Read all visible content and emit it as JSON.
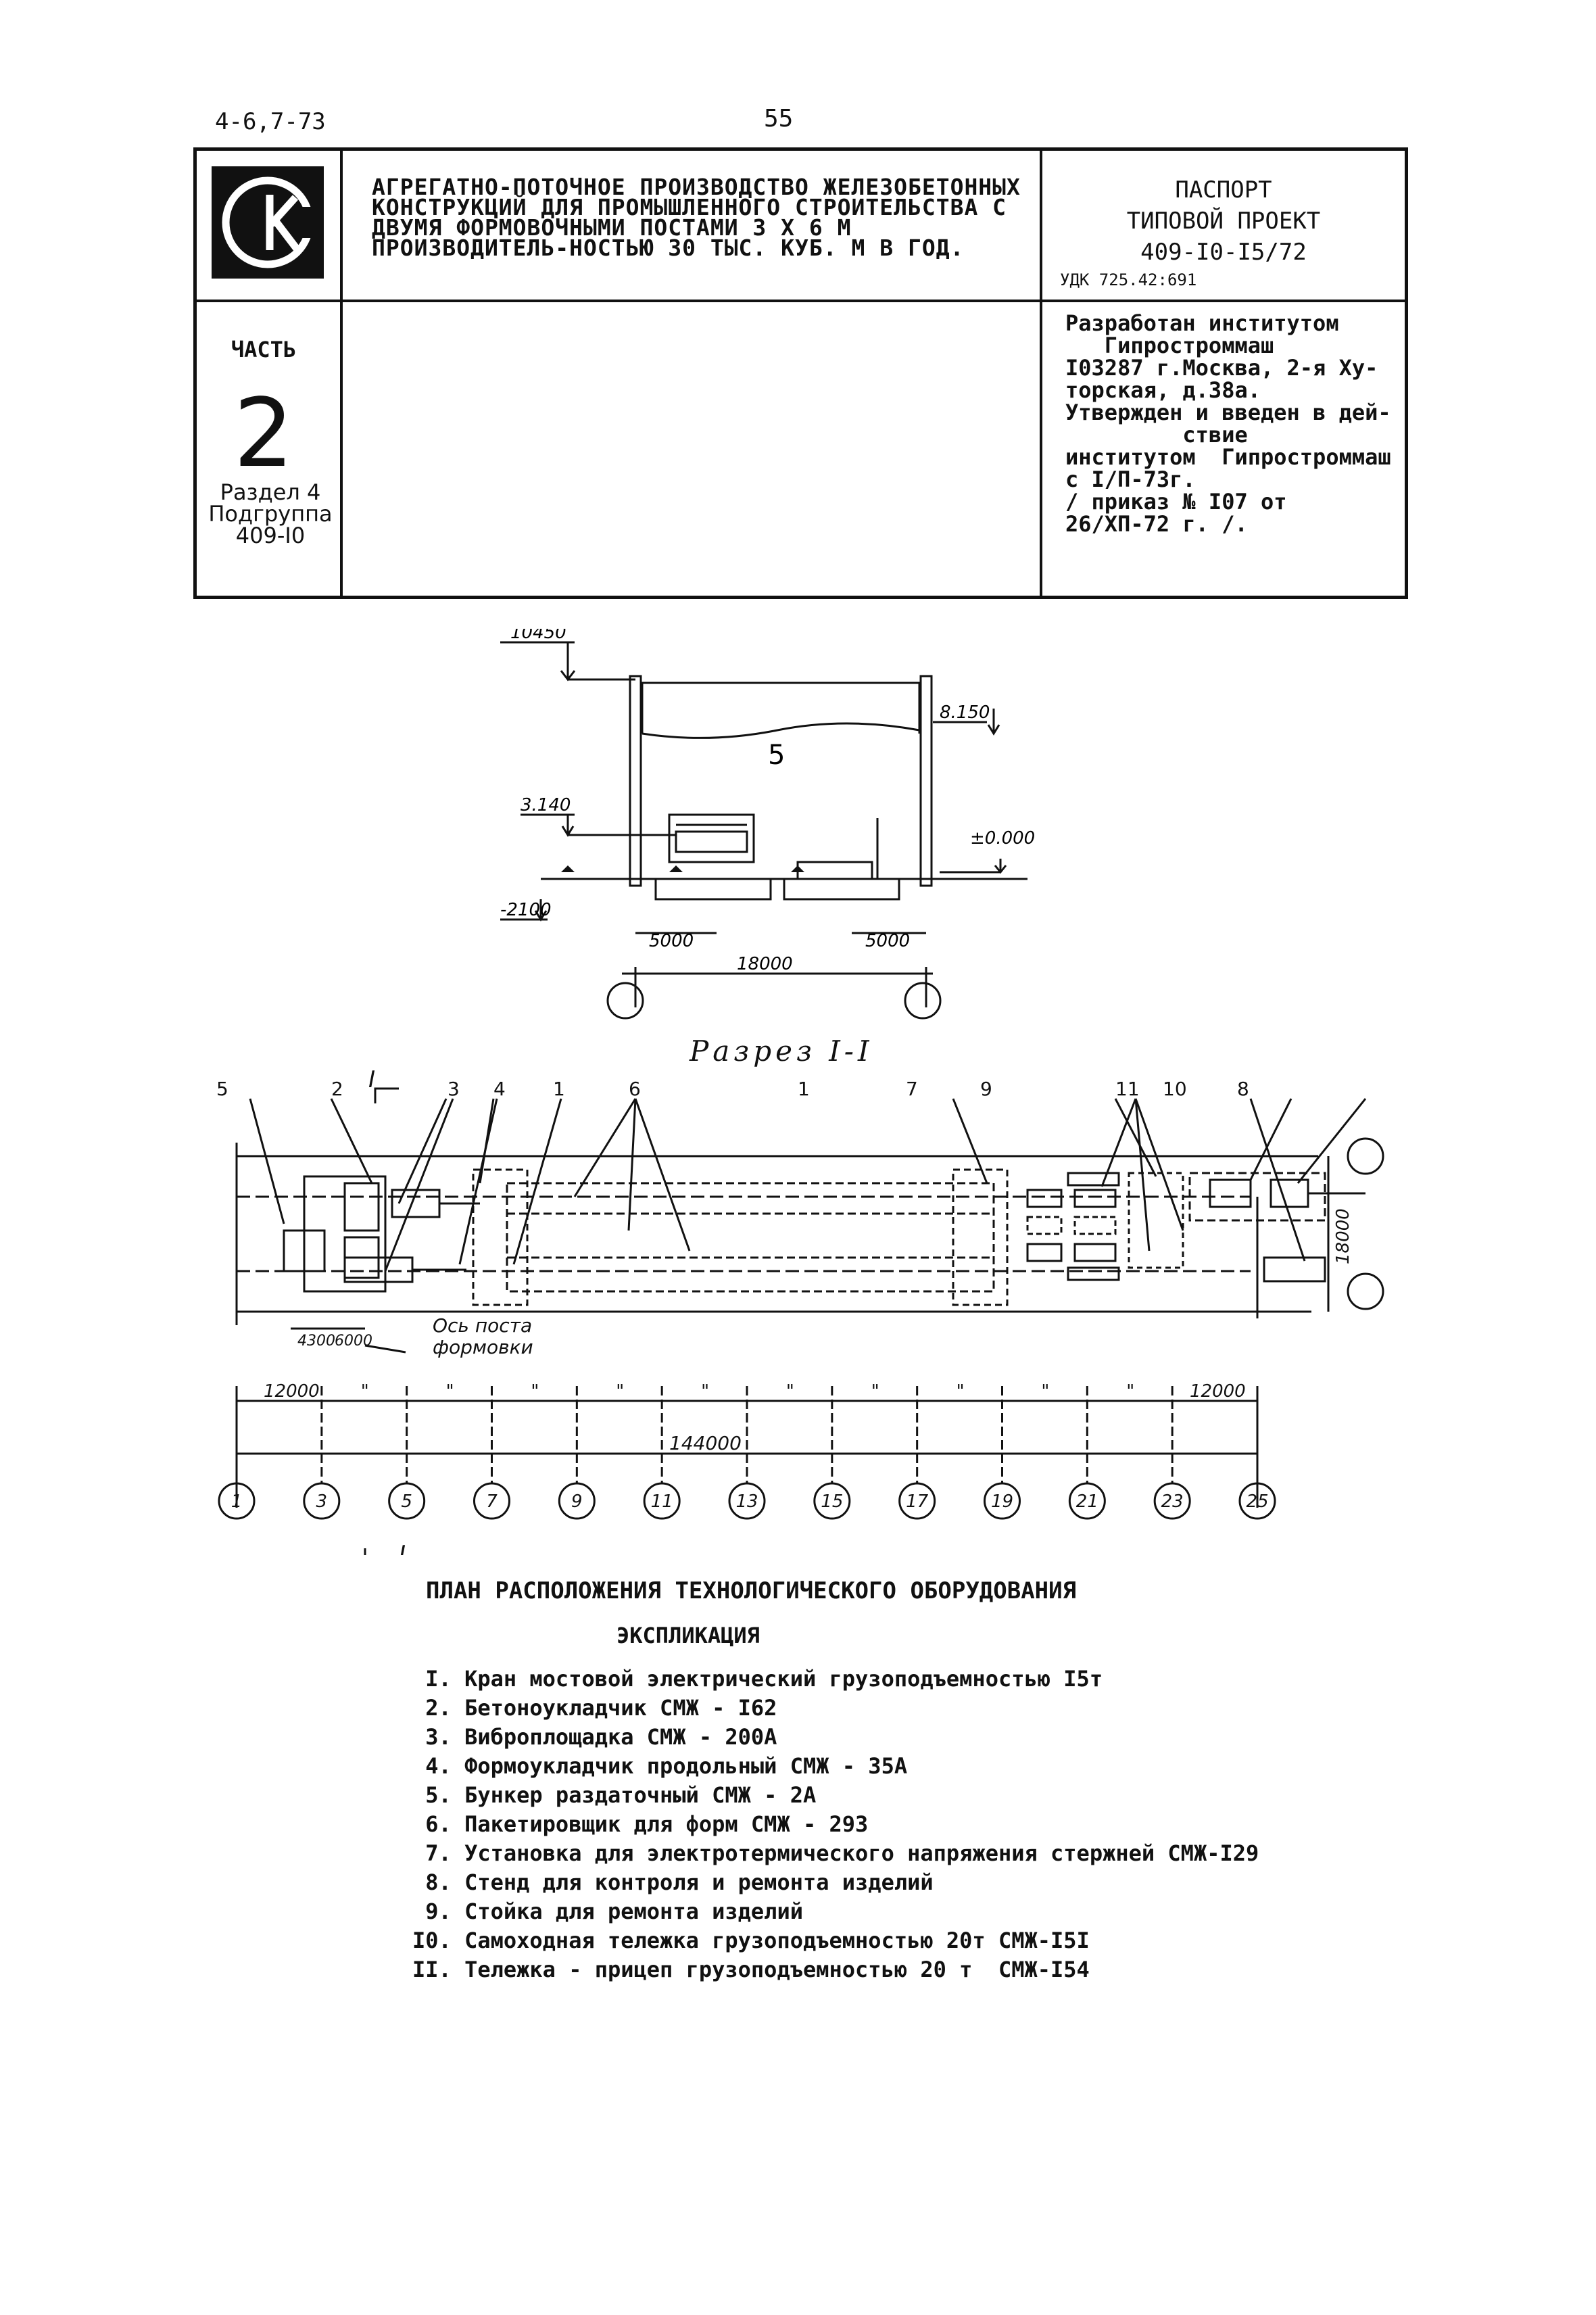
{
  "header": {
    "doc_code": "4-6,7-73",
    "page_number": "55"
  },
  "title_block": {
    "logo_icon": "ck-logo-icon",
    "title": "АГРЕГАТНО-ПОТОЧНОЕ ПРОИЗВОДСТВО ЖЕЛЕЗОБЕТОННЫХ КОНСТРУКЦИЙ ДЛЯ ПРОМЫШЛЕННОГО СТРОИТЕЛЬСТВА С ДВУМЯ ФОРМОВОЧНЫМИ ПОСТАМИ 3 Х 6 М ПРОИЗВОДИТЕЛЬ-НОСТЬЮ 30 ТЫС. КУБ. М В ГОД.",
    "passport_line1": "ПАСПОРТ",
    "passport_line2": "ТИПОВОЙ ПРОЕКТ",
    "passport_line3": "409-I0-I5/72",
    "udk": "УДК 725.42:691",
    "part_label": "ЧАСТЬ",
    "part_number": "2",
    "razdel_line1": "Раздел 4",
    "razdel_line2": "Подгруппа",
    "razdel_line3": "409-I0",
    "developer_text": "Разработан институтом\n   Гипростроммаш\nI03287 г.Москва, 2-я Ху-\nторская, д.38а.\nУтвержден и введен в дей-\n         ствие\nинститутом  Гипростроммаш\nс I/П-73г.\n/ приказ № I07 от\n26/ХП-72 г. /."
  },
  "section_drawing": {
    "elev_top": "10450",
    "elev_crane": "8.150",
    "elev_equipment": "3.140",
    "elev_zero": "±0.000",
    "elev_pit": "-2100",
    "span_left": "5000",
    "span_right": "5000",
    "span_total": "18000",
    "crane_number": "5",
    "caption": "Разрез I-I"
  },
  "plan_drawing": {
    "section_mark": "I",
    "callouts": [
      "5",
      "2",
      "3",
      "4",
      "1",
      "6",
      "1",
      "7",
      "9",
      "11",
      "10",
      "8"
    ],
    "dim_4300": "4300",
    "dim_6000": "6000",
    "axis_note_line1": "Ось   поста",
    "axis_note_line2": "формовки",
    "width_dim": "18000",
    "bay_first": "12000",
    "bay_ditto": "\"",
    "bay_last": "12000",
    "total_length": "144000",
    "axes": [
      "1",
      "3",
      "5",
      "7",
      "9",
      "11",
      "13",
      "15",
      "17",
      "19",
      "21",
      "23",
      "25"
    ],
    "caption": "ПЛАН РАСПОЛОЖЕНИЯ ТЕХНОЛОГИЧЕСКОГО ОБОРУДОВАНИЯ"
  },
  "explication": {
    "title": "ЭКСПЛИКАЦИЯ",
    "items": [
      " I. Кран мостовой электрический грузоподъемностью I5т",
      " 2. Бетоноукладчик СМЖ - I62",
      " 3. Виброплощадка СМЖ - 200А",
      " 4. Формоукладчик продольный СМЖ - 35А",
      " 5. Бункер раздаточный СМЖ - 2А",
      " 6. Пакетировщик для форм СМЖ - 293",
      " 7. Установка для электротермического напряжения стержней СМЖ-I29",
      " 8. Стенд для контроля и ремонта изделий",
      " 9. Стойка для ремонта изделий",
      "I0. Самоходная тележка грузоподъемностью 20т СМЖ-I5I",
      "II. Тележка - прицеп грузоподъемностью 20 т  СМЖ-I54"
    ]
  }
}
